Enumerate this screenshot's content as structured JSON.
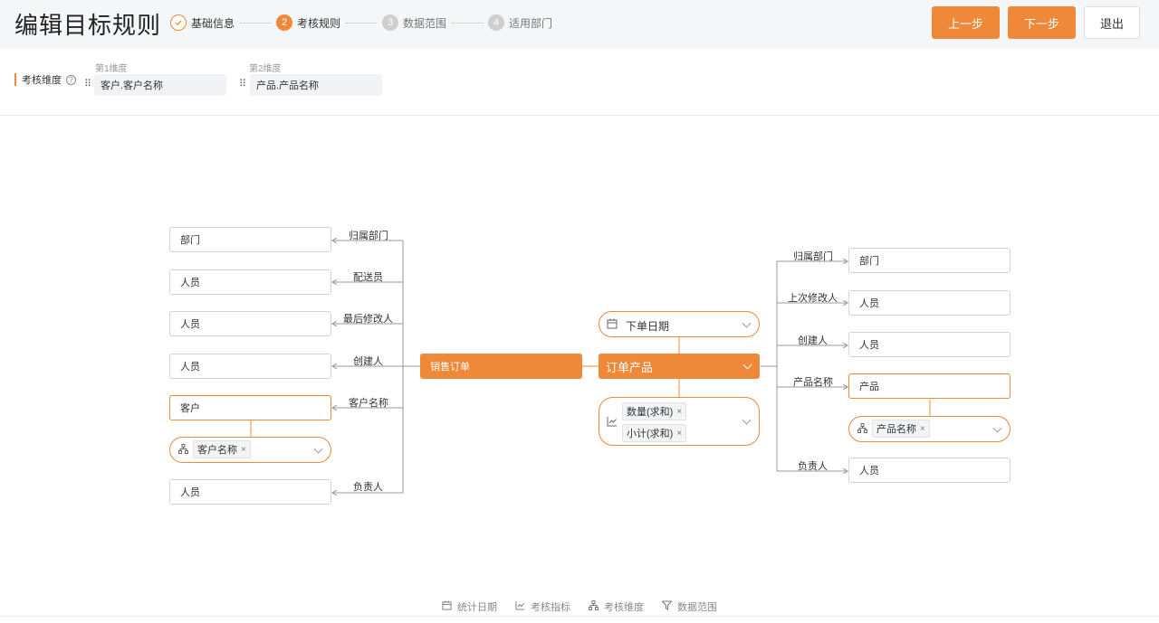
{
  "header": {
    "title": "编辑目标规则",
    "steps": [
      {
        "num": "",
        "label": "基础信息"
      },
      {
        "num": "2",
        "label": "考核规则"
      },
      {
        "num": "3",
        "label": "数据范围"
      },
      {
        "num": "4",
        "label": "适用部门"
      }
    ],
    "prev_label": "上一步",
    "next_label": "下一步",
    "exit_label": "退出"
  },
  "dimensions": {
    "label": "考核维度",
    "help": "?",
    "dim1_title": "第1维度",
    "dim1_value": "客户.客户名称",
    "dim2_title": "第2维度",
    "dim2_value": "产品.产品名称"
  },
  "graph": {
    "left_center": "销售订单",
    "left_relations": [
      "归属部门",
      "配送员",
      "最后修改人",
      "创建人",
      "客户名称",
      "负责人"
    ],
    "left_targets": [
      "部门",
      "人员",
      "人员",
      "人员",
      "客户",
      "人员"
    ],
    "left_select_tag": "客户名称",
    "center_node": "订单产品",
    "date_select": "下单日期",
    "metric_tags": [
      "数量(求和)",
      "小计(求和)"
    ],
    "right_relations": [
      "归属部门",
      "上次修改人",
      "创建人",
      "产品名称",
      "负责人"
    ],
    "right_targets": [
      "部门",
      "人员",
      "人员",
      "产品",
      "人员"
    ],
    "right_select_tag": "产品名称",
    "tag_close": "×"
  },
  "footer": {
    "items": [
      "统计日期",
      "考核指标",
      "考核维度",
      "数据范围"
    ]
  },
  "colors": {
    "accent": "#f0883a"
  }
}
